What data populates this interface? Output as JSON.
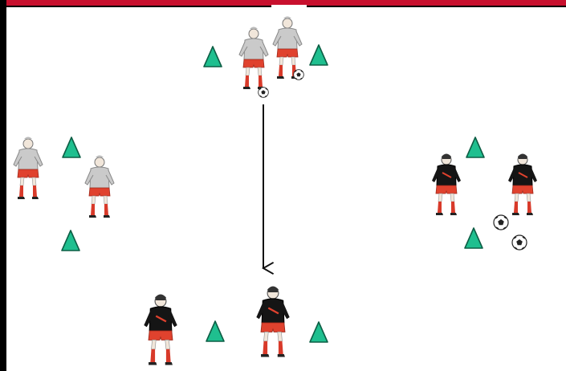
{
  "colors": {
    "border_red": "#c8102e",
    "border_black": "#000000",
    "cone": "#1fbf8f",
    "cone_outline": "#0d5e45",
    "arrow": "#111111",
    "shirt_grey": "#c9c9c9",
    "shirt_black": "#151515",
    "shorts_red": "#e0422e",
    "socks_red": "#d83a2a",
    "skin": "#f1e6da",
    "ball": "#ffffff"
  },
  "icons": {
    "cone": "cone-icon",
    "player": "player-icon",
    "ball": "soccer-ball-icon",
    "arrow": "arrow-down-icon"
  },
  "groups": [
    {
      "name": "top-group",
      "kit": "grey",
      "players": 2,
      "cones": 2,
      "balls": 2
    },
    {
      "name": "left-group",
      "kit": "grey",
      "players": 2,
      "cones": 2,
      "balls": 0
    },
    {
      "name": "right-group",
      "kit": "black",
      "players": 2,
      "cones": 2,
      "balls": 2
    },
    {
      "name": "bottom-group",
      "kit": "black",
      "players": 2,
      "cones": 2,
      "balls": 0
    }
  ]
}
